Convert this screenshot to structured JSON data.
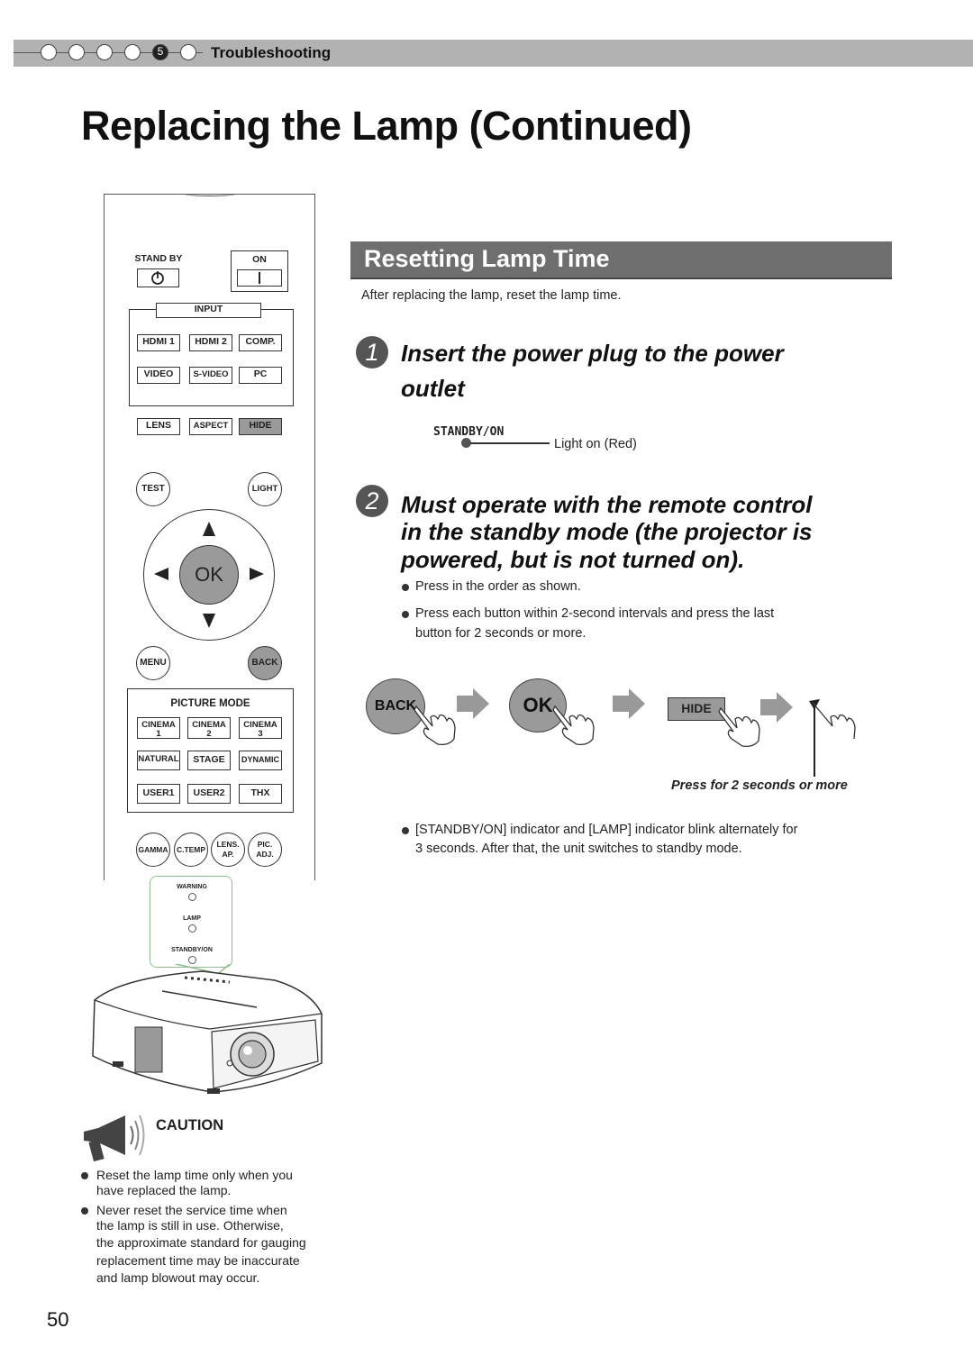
{
  "header": {
    "steps": [
      "",
      "",
      "",
      "",
      "5",
      ""
    ],
    "section_label": "Troubleshooting"
  },
  "page_title": "Replacing the Lamp (Continued)",
  "remote": {
    "standby_label": "STAND BY",
    "on_label": "ON",
    "input_label": "INPUT",
    "input_buttons": [
      "HDMI 1",
      "HDMI 2",
      "COMP.",
      "VIDEO",
      "S-VIDEO",
      "PC"
    ],
    "lens_label": "LENS",
    "aspect_label": "ASPECT",
    "hide_label": "HIDE",
    "test_label": "TEST",
    "light_label": "LIGHT",
    "ok_label": "OK",
    "menu_label": "MENU",
    "back_label": "BACK",
    "picture_mode_label": "PICTURE MODE",
    "picture_buttons": {
      "cinema1": [
        "CINEMA",
        "1"
      ],
      "cinema2": [
        "CINEMA",
        "2"
      ],
      "cinema3": [
        "CINEMA",
        "3"
      ],
      "natural": "NATURAL",
      "stage": "STAGE",
      "dynamic": "DYNAMIC",
      "user1": "USER1",
      "user2": "USER2",
      "thx": "THX"
    },
    "bottom_buttons": {
      "gamma": "GAMMA",
      "ctemp": "C.TEMP",
      "lensap": [
        "LENS.",
        "AP."
      ],
      "picadj": [
        "PIC.",
        "ADJ."
      ]
    }
  },
  "indicators": {
    "warning": "WARNING",
    "lamp": "LAMP",
    "standby_on": "STANDBY/ON"
  },
  "section": {
    "title": "Resetting Lamp Time",
    "intro": "After replacing the lamp, reset the lamp time.",
    "step1": {
      "number": "1",
      "line1": "Insert the power plug to the power",
      "line2": "outlet",
      "indicator_name": "STANDBY/ON",
      "indicator_state": "Light on (Red)"
    },
    "step2": {
      "number": "2",
      "line1": "Must operate with the remote control",
      "line2": "in the standby mode (the projector is",
      "line3": "powered, but is not turned on).",
      "bullet1": "Press in the order as shown.",
      "bullet2_line1": "Press each button within 2-second intervals and press the last",
      "bullet2_line2": "button for 2 seconds or more."
    },
    "sequence": {
      "back": "BACK",
      "ok": "OK",
      "hide": "HIDE",
      "hold_note": "Press for 2 seconds or more"
    },
    "result_line1": "[STANDBY/ON] indicator and [LAMP] indicator blink alternately for",
    "result_line2": "3 seconds. After that, the unit switches to standby mode."
  },
  "caution": {
    "title": "CAUTION",
    "item1": [
      "Reset the lamp time only when you",
      "have replaced the lamp."
    ],
    "item2": [
      "Never reset the service time when",
      "the lamp is still in use. Otherwise,",
      "the approximate standard for gauging",
      "replacement time may be inaccurate",
      "and lamp blowout may occur."
    ]
  },
  "page_number": "50"
}
